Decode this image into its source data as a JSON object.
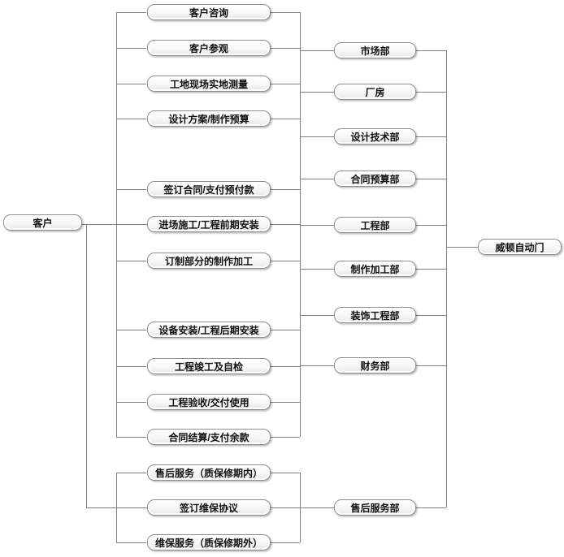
{
  "diagram": {
    "customer": {
      "label": "客户"
    },
    "company": {
      "label": "威顿自动门"
    },
    "process_steps": [
      {
        "label": "客户咨询"
      },
      {
        "label": "客户参观"
      },
      {
        "label": "工地现场实地测量"
      },
      {
        "label": "设计方案/制作预算"
      },
      {
        "label": "签订合同/支付预付款"
      },
      {
        "label": "进场施工/工程前期安装"
      },
      {
        "label": "订制部分的制作加工"
      },
      {
        "label": "设备安装/工程后期安装"
      },
      {
        "label": "工程竣工及自检"
      },
      {
        "label": "工程验收/交付使用"
      },
      {
        "label": "合同结算/支付余款"
      },
      {
        "label": "售后服务（质保修期内）"
      },
      {
        "label": "签订维保协议"
      },
      {
        "label": "维保服务（质保修期外）"
      }
    ],
    "departments": [
      {
        "label": "市场部"
      },
      {
        "label": "厂房"
      },
      {
        "label": "设计技术部"
      },
      {
        "label": "合同预算部"
      },
      {
        "label": "工程部"
      },
      {
        "label": "制作加工部"
      },
      {
        "label": "装饰工程部"
      },
      {
        "label": "财务部"
      },
      {
        "label": "售后服务部"
      }
    ],
    "style": {
      "line_color": "#808080",
      "box_border_color": "#8f8f8f",
      "box_fill_color": "#f6f6f6",
      "text_color": "#111111",
      "background_color": "#ffffff"
    }
  }
}
